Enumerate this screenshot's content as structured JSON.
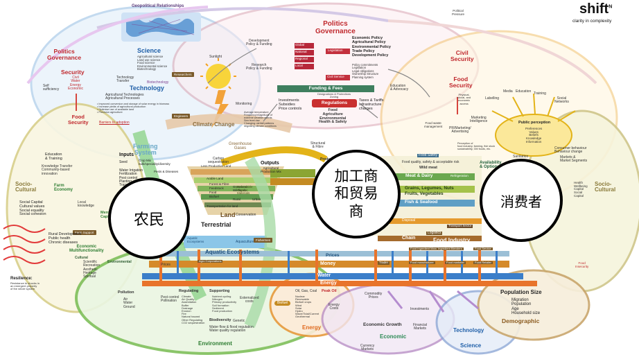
{
  "header": {
    "brand": "shift",
    "brand_sup": "N",
    "tagline": "clarity in complexity",
    "geo_title": "Geopolitical Relationships",
    "political_pressure": "Political\nPressure"
  },
  "callouts": {
    "farmer": "农民",
    "processor": "加工商\n和贸易\n商",
    "consumer": "消费者"
  },
  "politics_center": {
    "title": "Politics\nGovernance",
    "levels": [
      "Global",
      "National",
      "Regional",
      "Local"
    ],
    "legislation": "Legislation",
    "civil_service": "Civil Service",
    "policies": [
      "Economic Policy",
      "Agricultural Policy",
      "Environmental Policy",
      "Trade Policy",
      "Development Policy"
    ],
    "sub_items": "Policy commitments\nLegislation\nLegal obligations\nOwnership Structure\nPlanning system",
    "dev_policy": "Development\nPolicy & Funding",
    "research_policy": "Research\nPolicy & Funding",
    "education": "Education\n& Advocacy"
  },
  "politics_left": {
    "title": "Politics\nGovernance"
  },
  "security_left": {
    "title": "Security",
    "sub": "Civil\nWater\nEnergy\nEconomic",
    "self": "Self\nsufficiency",
    "food": "Food\nSecurity"
  },
  "security_right": {
    "civil": "Civil\nSecurity",
    "food": "Food\nSecurity",
    "food_sub": "Physical,\nsocial, and\neconomic\naccess"
  },
  "science_left": {
    "title": "Science",
    "items": "Agricultural science\nLand use science\nFood science\nEnvironmental science\nBiotechnology",
    "researchers": "Researchers"
  },
  "technology_left": {
    "title": "Technology",
    "transfer": "Technology\nTransfer",
    "biotech": "Biotechnology",
    "items": "Agricultural Technologies\nAgricultural Processes",
    "bullets": "• Improved conversion and storage of solar energy in biomass\n• Increase yields of agricultural production\n• Optimise use of available land\n• Precision agriculture",
    "engineers": "Engineers",
    "barriers": "Barriers to adoption"
  },
  "sunlight": "Sunlight",
  "monitoring": "Monitoring",
  "climate": {
    "title": "Climate Change",
    "notes": "Average temperature\nFrequency/magnitude of\nextreme weather events\nSea level rise\nChanging rainfall patterns\nMigrating climate conditions",
    "ghg": "Greenhouse\nGases",
    "carbon": "Carbon\nsequestration"
  },
  "funding": {
    "bar": "Funding & Fees",
    "designations": "Designations & Protections\nZoning",
    "regulations": "Regulations",
    "reg_items": "Food\nAgriculture\nEnvironmental\nHealth & Safety",
    "investments": "Investments\nSubsidies\nPrice controls",
    "taxes": "Taxes & Tariffs\nInfrastructure\ncharges"
  },
  "farming": {
    "title": "Farming\nSystem",
    "inputs": "Inputs",
    "seed": "Seed",
    "crop_mix": "Crop Mix\nbulk/speciality/diversity",
    "inputs_list": "Water Irrigation\nFertilization\nPest control\nPlanting\nTransport",
    "pests": "Pests & Diseases"
  },
  "land": {
    "less": "Less Productive Land",
    "arable": "Arable Land",
    "forest": "Forest & Fibre",
    "feedstock": "Feedstock",
    "food": "Food",
    "biofuel": "Biofuel",
    "grassland": "Grassland\nWildlands",
    "rural": "Rural",
    "urban": "Urban",
    "transport_sites": "Transportation for land",
    "title": "Land",
    "conservation": "Conservation",
    "terrestrial": "Terrestrial",
    "aquatic": "Aquatic\nEcosystems",
    "aquaculture": "Aquaculture",
    "fishermen": "Fishermen"
  },
  "outputs": {
    "title": "Outputs",
    "sub": "Agricultural\nProduction Mix",
    "renewable": "Renewable\nOrganic\nMaterials",
    "structural": "Structural\n& Fibre",
    "products": "Produc..."
  },
  "value_chain": {
    "food_safety": "Food Safety",
    "quality": "Food quality, safety & acceptable risk",
    "wild": "Wild meat",
    "meat": "Meat & Dairy",
    "refrig": "Refrigeration",
    "grains": "Grains, Legumes, Nuts",
    "fruits": "Fruits, Vegetables",
    "fish": "Fish & Seafood",
    "disposal": "Disposal",
    "chain": "Chain",
    "logistics": "Logistics",
    "transport": "Transport Sector",
    "industry": "Food Industry",
    "prices": "Prices",
    "money": "Money",
    "trader": "Trader",
    "actors": [
      "Agro Corporations",
      "Trader",
      "Food Ingredient Manufacturer",
      "Ingredient Blenders",
      "Food manufacturer",
      "Food marketer",
      "Food Service",
      "Food Retailer"
    ],
    "food_waste": "Food waste\nmanagement",
    "sanitation": "Sanitation"
  },
  "consumer": {
    "availability": "Availability\n& Options",
    "perception": "Public perception",
    "perception_items": "Preferences\nValues\nBeliefs\nKnowledge\nInformation",
    "labelling": "Labelling",
    "media": "Media",
    "education": "Education",
    "training": "Training",
    "social": "Social\nNetworks",
    "marketing": "Marketing\nIntelligence",
    "pr": "PR/Marketing/\nAdvertising",
    "perception_note": "Perception of\nfood industry, farming, fish stock\nsustainability, GM foods, etc.",
    "behaviour": "Consumer behaviour\nBehaviour change",
    "markets": "Markets &\nMarket Segments",
    "health": "Health\nWellbeing\nCapital\nSocial\nCapital"
  },
  "socio_left": {
    "title": "Socio-\nCultural",
    "edu": "Education\n& Training",
    "transfer": "Knowledge Transfer\nCommunity-based\ninnovation",
    "farm_economy": "Farm\nEconomy",
    "local": "Local\nknowledge",
    "capital": "Social Capital\nCultural values\nSocial equality\nSocial cohesion",
    "farm_support": "Farm Support",
    "rural": "Rural Development\nPublic health\nChronic diseases",
    "merc": "Merc\nCapit"
  },
  "socio_right": {
    "title": "Socio-\nCultural"
  },
  "multifunc": {
    "title": "Economic\nMultifunctionality",
    "cultural": "Cultural",
    "cultural_items": "Scientific\nRecreation\nAesthetic\nHeritage\nSpiritual",
    "environmental": "Environmental"
  },
  "prices_small": "Prices",
  "resilience": {
    "title": "Resilience:",
    "sub": "Resistance to shocks in\nan emergent property\nof the whole system"
  },
  "environment": {
    "pollution": "Pollution",
    "pollution_items": "Air\nWater\nGround",
    "pest_control": "Pest control\nPollination",
    "regulating": "Regulating",
    "regulating_items": "Climate\nAir Quality\nAssimilation\nBuffer\nDrainage\nErosion\nFire\nNatural hazard\nOther Regulating\nCO2 sequestration",
    "supporting": "Supporting",
    "supporting_items": "Nutrient cycling\nNitrogen\nPrimary productivity\nSoil formation\nSediment\nFood production",
    "biodiversity": "Biodiversity",
    "genetic": "Genetic",
    "water_flow": "Water flow & flood regulation\nWater quality regulation",
    "externalized": "Externalized\ncosts",
    "title": "Environment"
  },
  "flows": {
    "water": "Water",
    "energy": "Energy"
  },
  "energy": {
    "biofuel": "Biofuel",
    "sources": "Oil, Gas, Coal",
    "peak": "Peak Oil",
    "list": "Nuclear\nRenewable\nBiofuel crops\nWind\nSolar\nHydro\nWave/Tidal/Current\nGeothermal",
    "costs": "Energy\nCosts",
    "title": "Energy"
  },
  "economic": {
    "commodity": "Commodity\nPrices",
    "growth": "Economic Growth",
    "title": "Economic",
    "currency": "Currency\nMarkets",
    "investments": "Investments",
    "financial": "Financial\nMarkets"
  },
  "technology_bottom": "Technology",
  "science_bottom": "Science",
  "demographic": {
    "pop": "Population Size",
    "items": "Migration\nPopulation\nAge\nHousehold size",
    "title": "Demographic",
    "food_insecurity": "Food\nInsecurity"
  }
}
